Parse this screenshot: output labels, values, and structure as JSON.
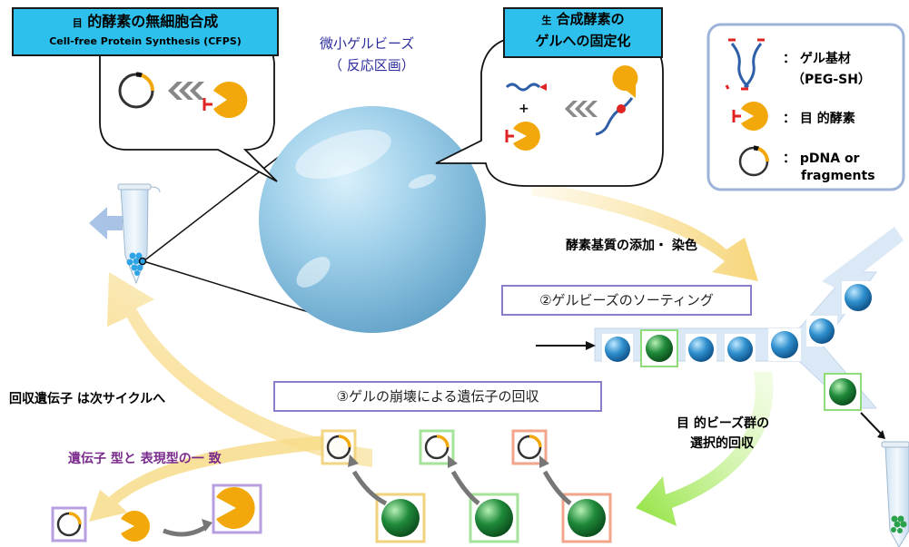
{
  "callout_left": {
    "title_ja_prefix": "目",
    "title_ja": "的酵素の無細胞合成",
    "title_en": "Cell-free Protein Synthesis (CFPS)"
  },
  "callout_right": {
    "line1_prefix": "生",
    "line1": "合成酵素の",
    "line2": "ゲルへの固定化",
    "plus": "+"
  },
  "bead": {
    "label_line1": "微小ゲルビーズ",
    "label_line2": "（ 反応区画）"
  },
  "legend": {
    "gel_label_line1": "： ゲル基材",
    "gel_label_line2": "（PEG-SH）",
    "enzyme_label": "： 目 的酵素",
    "dna_label_line1": "： pDNA or",
    "dna_label_line2": "fragments"
  },
  "steps": {
    "substrate": "酵素基質の添加・ 染色",
    "sorting": "②ゲルビーズのソーティング",
    "recovery": "③ゲルの崩壊による遺伝子の回収",
    "selective_line1": "目 的ビーズ群の",
    "selective_line2": "選択的回収",
    "next_cycle": "回収遺伝子 は次サイクルへ",
    "genotype": "遺伝子 型と 表現型の一 致"
  },
  "colors": {
    "callout_fill": "#2ec0ec",
    "box_border": "#8b7dc9",
    "legend_border": "#9db3d9",
    "genotype_text": "#7a2a8c",
    "bead_label": "#2c2c9c",
    "arrow_yellow": "#f7dc8a",
    "arrow_green": "#a6ed5a",
    "enzyme_yellow": "#f2a80a",
    "linker_red": "#e02424",
    "bead_blue": "#2f8fcd",
    "bead_green": "#1f8a3a"
  }
}
